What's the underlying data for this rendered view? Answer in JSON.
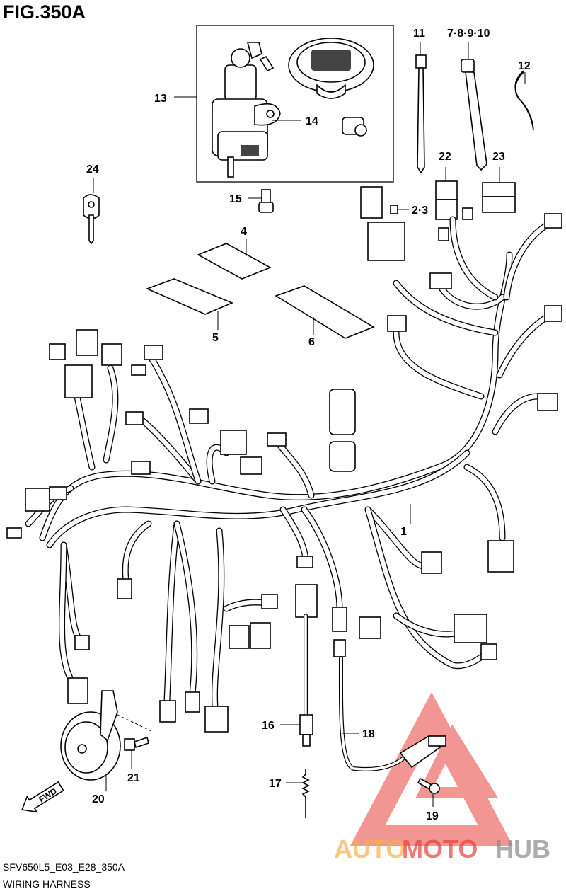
{
  "figure": {
    "title": "FIG.350A",
    "code": "SFV650L5_E03_E28_350A",
    "name": "WIRING HARNESS"
  },
  "labels": {
    "l1": "1",
    "l23": "2·3",
    "l4": "4",
    "l5": "5",
    "l6": "6",
    "l78910": "7·8·9·10",
    "l11": "11",
    "l12": "12",
    "l13": "13",
    "l14": "14",
    "l15": "15",
    "l16": "16",
    "l17": "17",
    "l18": "18",
    "l19": "19",
    "l20": "20",
    "l21": "21",
    "l22": "22",
    "l23b": "23",
    "l24": "24"
  },
  "fwd_label": "FWD",
  "watermark": {
    "part1": "AUTO",
    "part2": "MOTO",
    "part3": "HUB",
    "color_orange": "#f5b14a",
    "color_red": "#e8413c",
    "color_grey": "#8a8a8a"
  }
}
